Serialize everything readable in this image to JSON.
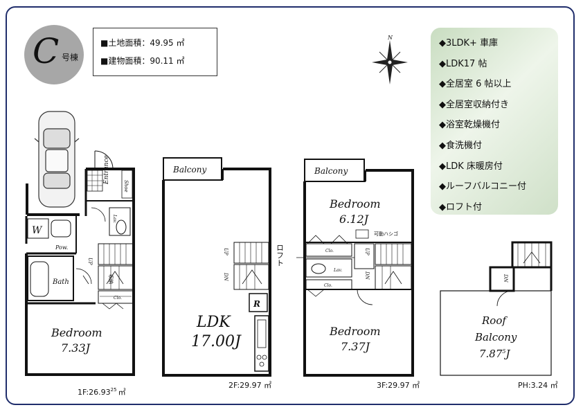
{
  "building": {
    "letter": "C",
    "suffix": "号棟"
  },
  "areas": {
    "land": "■土地面積：49.95 ㎡",
    "building": "■建物面積：90.11 ㎡"
  },
  "features": [
    "◆3LDK+ 車庫",
    "◆LDK17 帖",
    "◆全居室 6 帖以上",
    "◆全居室収納付き",
    "◆浴室乾燥機付",
    "◆食洗機付",
    "◆LDK 床暖房付",
    "◆ルーフバルコニー付",
    "◆ロフト付"
  ],
  "compass": {
    "north": "N"
  },
  "floors": {
    "f1": {
      "area_main": "1F:26.93",
      "area_sup": "25",
      "area_unit": "㎡",
      "entrance": "Entrance",
      "shoe": "Shoe",
      "wash": "W",
      "lav": "Lav.",
      "pow": "Pow.",
      "bath": "Bath",
      "up": "UP",
      "shuno": "収納",
      "clo": "Clo.",
      "bedroom": "Bedroom",
      "bedroom_size": "7.33J"
    },
    "f2": {
      "area": "2F:29.97 ㎡",
      "balcony": "Balcony",
      "up": "UP",
      "dn": "DN",
      "r": "R",
      "ldk": "LDK",
      "ldk_size": "17.00J"
    },
    "f3": {
      "area": "3F:29.97 ㎡",
      "balcony": "Balcony",
      "bedroom1": "Bedroom",
      "bedroom1_size": "6.12J",
      "ladder": "可動ハシゴ",
      "loft": "ロフト",
      "clo1": "Clo.",
      "clo2": "Clo.",
      "lav": "Lav.",
      "up": "UP",
      "dn": "DN",
      "bedroom2": "Bedroom",
      "bedroom2_size": "7.37J"
    },
    "ph": {
      "area": "PH:3.24 ㎡",
      "dn": "DN",
      "roof": "Roof",
      "balcony": "Balcony",
      "size_main": "7.87",
      "size_sup": "5",
      "size_unit": "J"
    }
  }
}
